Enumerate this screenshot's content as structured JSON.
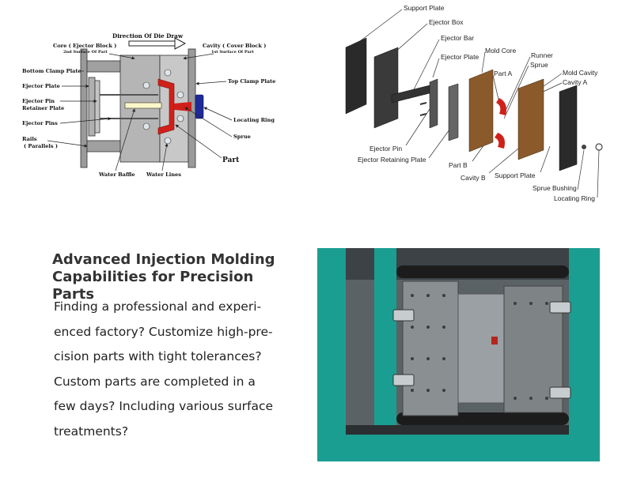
{
  "left_diagram": {
    "direction_label": "Direction Of Die Draw",
    "core_label": "Core ( Ejector Block )",
    "core_sub": "2nd Surface Of Part",
    "cavity_label": "Cavity ( Cover Block )",
    "cavity_sub": "1st Surface Of Part",
    "bottom_clamp": "Bottom Clamp Plate",
    "ejector_plate": "Ejector Plate",
    "ejector_pin_retainer_1": "Ejector Pin",
    "ejector_pin_retainer_2": "Retainer Plate",
    "ejector_pins": "Ejector Pins",
    "rails_1": "Rails",
    "rails_2": "( Parallels )",
    "water_baffle": "Water Baffle",
    "water_lines": "Water Lines",
    "part": "Part",
    "top_clamp": "Top Clamp Plate",
    "locating_ring": "Locating Ring",
    "sprue": "Sprue"
  },
  "right_diagram": {
    "support_plate_top": "Support Plate",
    "ejector_box": "Ejector Box",
    "ejector_bar": "Ejector Bar",
    "ejector_plate": "Ejector Plate",
    "mold_core": "Mold Core",
    "runner": "Runner",
    "sprue": "Sprue",
    "part_a": "Part A",
    "mold_cavity": "Mold Cavity",
    "cavity_a": "Cavity A",
    "ejector_pin": "Ejector Pin",
    "ejector_retaining_plate": "Ejector Retaining Plate",
    "part_b": "Part B",
    "cavity_b": "Cavity B",
    "support_plate_bottom": "Support Plate",
    "sprue_bushing": "Sprue Bushing",
    "locating_ring": "Locating Ring"
  },
  "headline": {
    "line1": "Advanced Injection Molding",
    "line2": "Capabilities for Precision Parts"
  },
  "body": {
    "line1": "Finding a professional and experi-",
    "line2": "enced factory? Customize high-pre-",
    "line3": "cision parts with tight tolerances?",
    "line4": "Custom parts are completed in a",
    "line5": "few days? Including various surface",
    "line6": "treatments?"
  },
  "colors": {
    "machine_teal": "#1a9e91",
    "part_red": "#d0201a",
    "ring_blue": "#1f2a9a",
    "mold_brown": "#8a5a2b",
    "plate_dark": "#2a2a2a"
  }
}
